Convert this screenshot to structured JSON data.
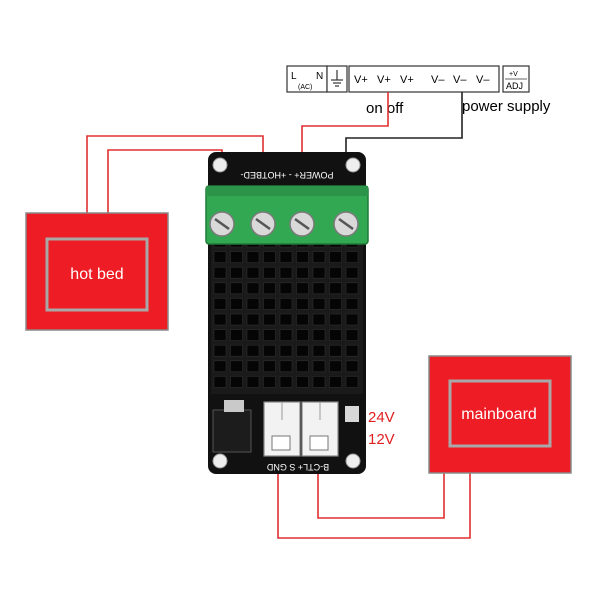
{
  "terminals": {
    "l": "L",
    "n": "N",
    "ac": "(AC)",
    "vplus": [
      "V+",
      "V+",
      "V+"
    ],
    "vminus": [
      "V–",
      "V–",
      "V–"
    ],
    "adj_top": "+V",
    "adj_bottom": "ADJ"
  },
  "labels": {
    "on_off": "on off",
    "power_supply": "power supply",
    "hot_bed": "hot bed",
    "mainboard": "mainboard",
    "v24": "24V",
    "v12": "12V"
  },
  "board": {
    "top_silk": "POWER+ - +HOTBED-",
    "bottom_silk": "B-CTL+ S GND"
  },
  "colors": {
    "wire_red": "#e03030",
    "wire_black": "#222222",
    "box_red": "#ee1c24",
    "box_frame": "#9a9a9a",
    "board_black": "#111111",
    "terminal_green": "#33a853",
    "voltage_red": "#e02020"
  }
}
